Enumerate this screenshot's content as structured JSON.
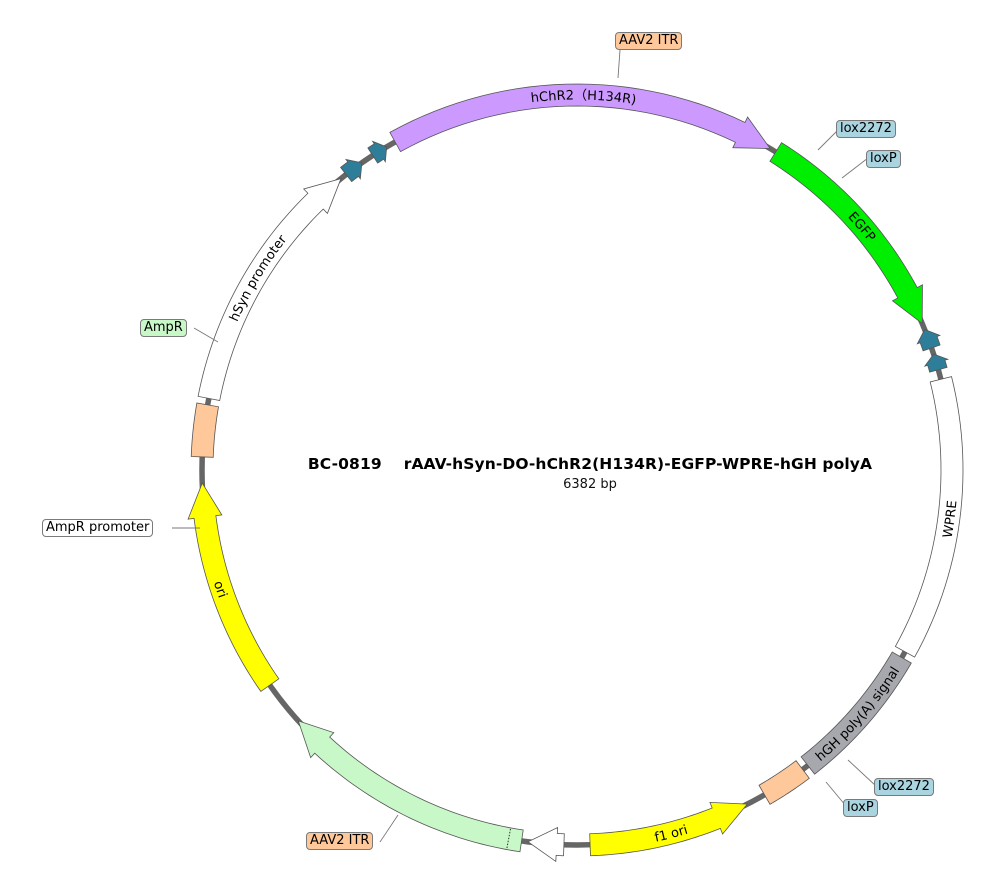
{
  "plasmid": {
    "id": "BC-0819",
    "name": "rAAV-hSyn-DO-hChR2(H134R)-EGFP-WPRE-hGH polyA",
    "size_label": "6382 bp"
  },
  "colors": {
    "backbone": "#666666",
    "itr": "#ffc89a",
    "promoter": "#ffffff",
    "lox": "#2f7e99",
    "chr2": "#cc99ff",
    "egfp": "#00ee00",
    "wpre": "#ffffff",
    "polya": "#a6a8ad",
    "ori": "#ffff00",
    "ampr": "#c8f7c8",
    "callout_blue": "#a9d4e0"
  },
  "features": [
    {
      "key": "itr_top",
      "label": "AAV2 ITR",
      "start": 92,
      "end": 100,
      "type": "box",
      "color": "itr",
      "label_mode": "callout"
    },
    {
      "key": "hsyn",
      "label": "hSyn promoter",
      "start": 101,
      "end": 141,
      "type": "arrow",
      "dir": "cw",
      "color": "promoter",
      "label_mode": "inside"
    },
    {
      "key": "lox2272_top",
      "label": "lox2272",
      "start": 142,
      "end": 145,
      "type": "lox",
      "dir": "cw",
      "color": "lox",
      "label_mode": "callout"
    },
    {
      "key": "loxp_top",
      "label": "loxP",
      "start": 147,
      "end": 149.5,
      "type": "lox",
      "dir": "cw",
      "color": "lox",
      "label_mode": "callout"
    },
    {
      "key": "chr2",
      "label": "hChR2（H134R)",
      "start": 151,
      "end": 211,
      "type": "arrow",
      "dir": "cw",
      "color": "chr2",
      "label_mode": "inside"
    },
    {
      "key": "egfp",
      "label": "EGFP",
      "start": 212,
      "end": 247,
      "type": "arrow",
      "dir": "cw",
      "color": "egfp",
      "label_mode": "inside"
    },
    {
      "key": "lox2272_bot",
      "label": "lox2272",
      "start": 248,
      "end": 251,
      "type": "lox",
      "dir": "ccw",
      "color": "lox",
      "label_mode": "callout"
    },
    {
      "key": "loxp_bot",
      "label": "loxP",
      "start": 252,
      "end": 254.5,
      "type": "lox",
      "dir": "ccw",
      "color": "lox",
      "label_mode": "callout"
    },
    {
      "key": "wpre",
      "label": "WPRE",
      "start": 256,
      "end": 299,
      "type": "box",
      "color": "wpre",
      "label_mode": "inside"
    },
    {
      "key": "polya",
      "label": "hGH poly(A) signal",
      "start": 300,
      "end": 322,
      "type": "box",
      "color": "polya",
      "label_mode": "inside"
    },
    {
      "key": "itr_bot",
      "label": "AAV2 ITR",
      "start": 323,
      "end": 330,
      "type": "box",
      "color": "itr",
      "label_mode": "callout"
    },
    {
      "key": "f1ori",
      "label": "f1 ori",
      "start": 333,
      "end": 358,
      "type": "arrow",
      "dir": "ccw",
      "color": "ori",
      "label_mode": "inside"
    },
    {
      "key": "amppromoter",
      "label": "AmpR promoter",
      "start": 2,
      "end": 7.5,
      "type": "arrow",
      "dir": "cw",
      "color": "promoter",
      "label_mode": "callout"
    },
    {
      "key": "ampr",
      "label": "AmpR",
      "start": 8.5,
      "end": 48,
      "type": "arrow",
      "dir": "cw",
      "color": "ampr",
      "label_mode": "callout"
    },
    {
      "key": "ori",
      "label": "ori",
      "start": 55,
      "end": 88,
      "type": "arrow",
      "dir": "cw",
      "color": "ori",
      "label_mode": "inside"
    }
  ]
}
